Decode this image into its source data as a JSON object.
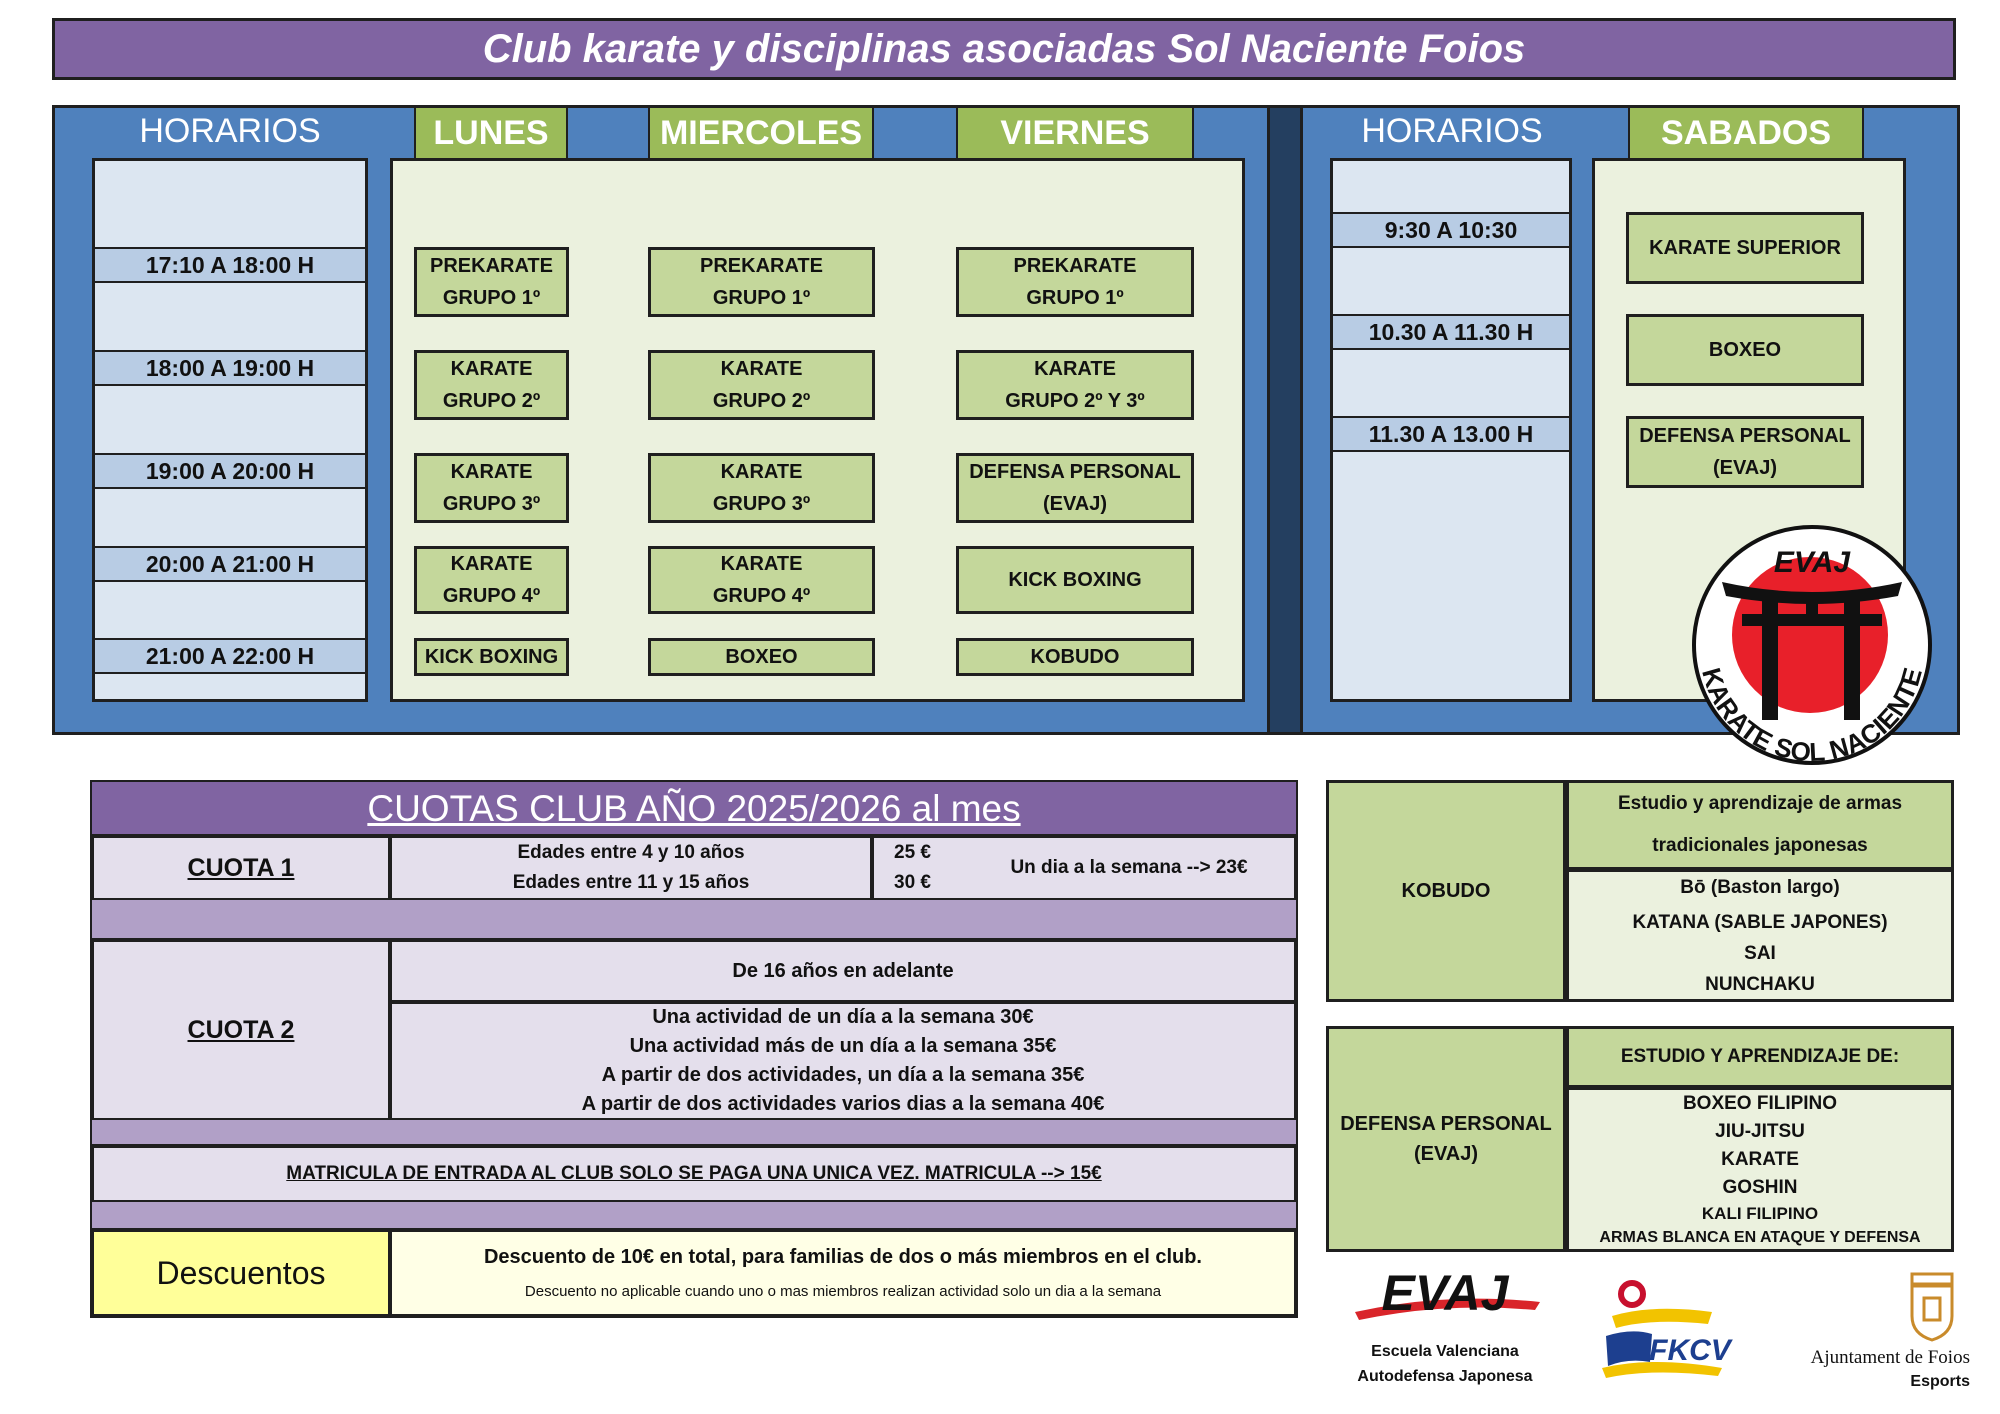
{
  "title": "Club karate y disciplinas asociadas Sol Naciente Foios",
  "weekday_schedule": {
    "horarios_label": "HORARIOS",
    "days": [
      "LUNES",
      "MIERCOLES",
      "VIERNES"
    ],
    "times": [
      "17:10 A 18:00 H",
      "18:00 A 19:00 H",
      "19:00 A 20:00 H",
      "20:00 A 21:00 H",
      "21:00  A 22:00 H"
    ],
    "lunes": [
      "PREKARATE\nGRUPO 1º",
      "KARATE\nGRUPO 2º",
      "KARATE\nGRUPO 3º",
      "KARATE\nGRUPO 4º",
      "KICK BOXING"
    ],
    "miercoles": [
      "PREKARATE\nGRUPO 1º",
      "KARATE\nGRUPO 2º",
      "KARATE\nGRUPO 3º",
      "KARATE\nGRUPO 4º",
      "BOXEO"
    ],
    "viernes": [
      "PREKARATE\nGRUPO 1º",
      "KARATE\nGRUPO 2º Y 3º",
      "DEFENSA PERSONAL\n(EVAJ)",
      "KICK BOXING",
      "KOBUDO"
    ]
  },
  "saturday_schedule": {
    "horarios_label": "HORARIOS",
    "day": "SABADOS",
    "times": [
      "9:30 A 10:30",
      "10.30 A 11.30 H",
      "11.30 A 13.00 H"
    ],
    "activities": [
      "KARATE SUPERIOR",
      "BOXEO",
      "DEFENSA PERSONAL\n(EVAJ)"
    ]
  },
  "logo": {
    "top_text": "EVAJ",
    "ring_text": "KARATE SOL NACIENTE",
    "colors": {
      "red": "#e8202a",
      "black": "#111111"
    }
  },
  "fees": {
    "title": "CUOTAS CLUB AÑO 2025/2026 al mes",
    "cuota1": {
      "label": "CUOTA 1",
      "age1": "Edades entre 4 y 10 años",
      "age2": "Edades entre 11 y 15 años",
      "price1": "25 €",
      "price2": "30 €",
      "one_day": "Un dia a la semana --> 23€"
    },
    "cuota2": {
      "label": "CUOTA 2",
      "age": "De 16 años en adelante",
      "lines": [
        "Una actividad de un día a la semana 30€",
        "Una actividad más de un día a la semana 35€",
        "A partir de dos actividades, un día a la semana 35€",
        "A partir de dos actividades varios dias a la semana 40€"
      ]
    },
    "matricula": "MATRICULA DE ENTRADA AL CLUB SOLO SE PAGA UNA UNICA VEZ.  MATRICULA --> 15€",
    "discount": {
      "label": "Descuentos",
      "main": "Descuento de 10€ en total, para familias de dos o más miembros en el club.",
      "note": "Descuento no aplicable cuando uno o mas miembros realizan actividad solo un dia a la semana"
    }
  },
  "kobudo": {
    "label": "KOBUDO",
    "heading": "Estudio y aprendizaje de armas tradicionales japonesas",
    "items": [
      "Bō (Baston largo)",
      "KATANA (SABLE JAPONES)",
      "SAI",
      "NUNCHAKU"
    ]
  },
  "defensa": {
    "label": "DEFENSA PERSONAL\n(EVAJ)",
    "heading": "ESTUDIO Y APRENDIZAJE DE:",
    "items": [
      "BOXEO FILIPINO",
      "JIU-JITSU",
      "KARATE",
      "GOSHIN",
      "KALI FILIPINO",
      "ARMAS BLANCA EN ATAQUE Y DEFENSA"
    ]
  },
  "footer_logos": {
    "evaj": {
      "mark": "EVAJ",
      "line1": "Escuela Valenciana",
      "line2": "Autodefensa Japonesa"
    },
    "fkcv": {
      "mark": "FKCV"
    },
    "foios": {
      "line1": "Ajuntament de Foios",
      "line2": "Esports"
    }
  }
}
